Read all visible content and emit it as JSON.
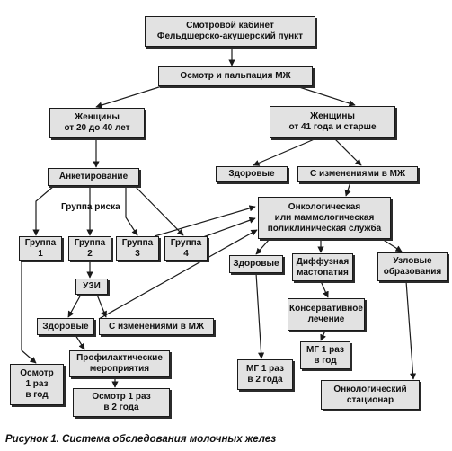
{
  "nodes": {
    "cabinet": "Смотровой кабинет\nФельдшерско-акушерский пункт",
    "exam": "Осмотр и пальпация МЖ",
    "women_young": "Женщины\nот 20 до 40 лет",
    "women_old": "Женщины\nот 41 года и старше",
    "healthy_right": "Здоровые",
    "changes_right": "С изменениями  в МЖ",
    "survey": "Анкетирование",
    "oncology": "Онкологическая\nили маммологическая\nполиклиническая служба",
    "group1": "Группа\n1",
    "group2": "Группа\n2",
    "group3": "Группа\n3",
    "group4": "Группа\n4",
    "healthy_mid": "Здоровые",
    "diffuse": "Диффузная\nмастопатия",
    "nodular": "Узловые\nобразования",
    "uzi": "УЗИ",
    "conservative": "Консервативное\nлечение",
    "healthy_left": "Здоровые",
    "changes_left": "С изменениями в МЖ",
    "mg1y": "МГ 1 раз\nв год",
    "exam1y": "Осмотр\n1 раз\nв год",
    "prophylactic": "Профилактические\nмероприятия",
    "mg2y": "МГ 1 раз\nв 2 года",
    "onc_hospital": "Онкологический\nстационар",
    "exam2y": "Осмотр 1 раз\nв 2 года"
  },
  "labels": {
    "risk_group": "Группа риска"
  },
  "caption": "Рисунок 1. Система обследования молочных желез",
  "colors": {
    "box_fill": "#e2e2e2",
    "box_border": "#1a1a1a",
    "line": "#1a1a1a"
  },
  "edges": [
    [
      "cabinet",
      "exam"
    ],
    [
      "exam",
      "women_young"
    ],
    [
      "exam",
      "women_old"
    ],
    [
      "women_old",
      "healthy_right"
    ],
    [
      "women_old",
      "changes_right"
    ],
    [
      "women_young",
      "survey"
    ],
    [
      "survey",
      "group1"
    ],
    [
      "survey",
      "group2"
    ],
    [
      "survey",
      "group3"
    ],
    [
      "survey",
      "group4"
    ],
    [
      "changes_right",
      "oncology"
    ],
    [
      "group3",
      "oncology"
    ],
    [
      "group4",
      "oncology"
    ],
    [
      "changes_left",
      "oncology"
    ],
    [
      "oncology",
      "healthy_mid"
    ],
    [
      "oncology",
      "diffuse"
    ],
    [
      "oncology",
      "nodular"
    ],
    [
      "group2",
      "uzi"
    ],
    [
      "uzi",
      "healthy_left"
    ],
    [
      "uzi",
      "changes_left"
    ],
    [
      "healthy_left",
      "prophylactic"
    ],
    [
      "group1",
      "exam1y"
    ],
    [
      "prophylactic",
      "exam2y"
    ],
    [
      "healthy_mid",
      "mg2y"
    ],
    [
      "diffuse",
      "conservative"
    ],
    [
      "conservative",
      "mg1y"
    ],
    [
      "nodular",
      "onc_hospital"
    ]
  ]
}
